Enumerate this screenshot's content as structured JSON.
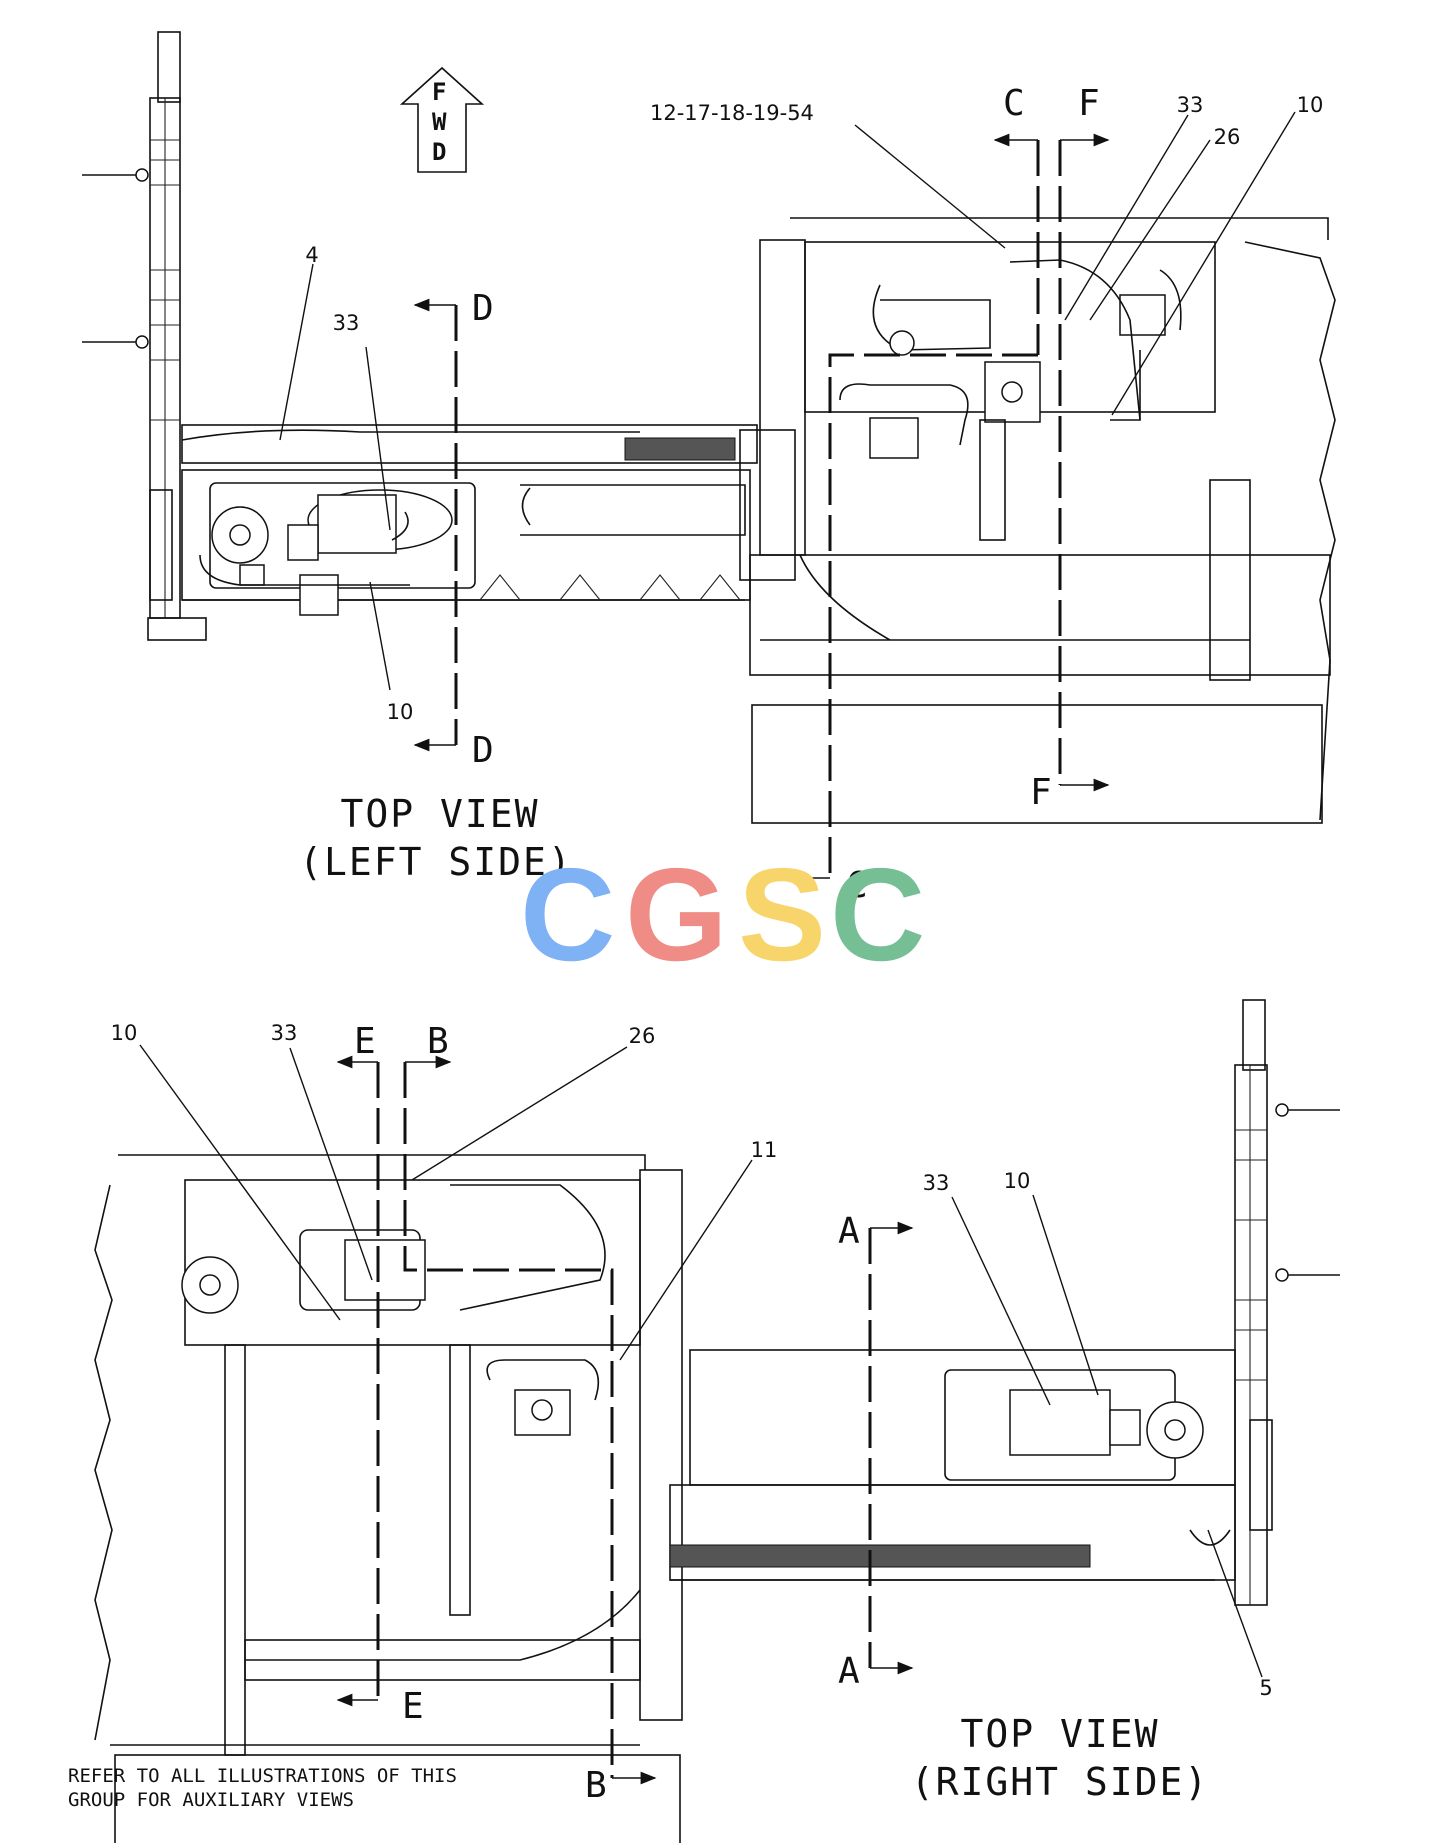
{
  "fwd_arrow": {
    "letters": [
      "F",
      "W",
      "D"
    ]
  },
  "top_left": {
    "title_line1": "TOP  VIEW",
    "title_line2": "(LEFT  SIDE)",
    "callouts": {
      "c4": "4",
      "c33": "33",
      "c10": "10",
      "c12": "12-17-18-19-54",
      "c33b": "33",
      "c26": "26",
      "c10b": "10"
    },
    "sections": {
      "c_top": "C",
      "f_top": "F",
      "d_top": "D",
      "d_bot": "D",
      "f_bot": "F",
      "c_bot": "C"
    }
  },
  "watermark": {
    "letters": [
      "C",
      "G",
      "S",
      "C"
    ],
    "colors": [
      "#7fb1f5",
      "#f08c86",
      "#f8d56b",
      "#76bf95"
    ]
  },
  "bottom": {
    "title_line1": "TOP  VIEW",
    "title_line2": "(RIGHT  SIDE)",
    "callouts": {
      "c10": "10",
      "c33": "33",
      "c26": "26",
      "c11": "11",
      "c33b": "33",
      "c10b": "10",
      "c5": "5"
    },
    "sections": {
      "e_top": "E",
      "b_top": "B",
      "a_top": "A",
      "a_bot": "A",
      "e_bot": "E",
      "b_bot": "B"
    },
    "note_line1": "REFER  TO  ALL  ILLUSTRATIONS  OF  THIS",
    "note_line2": "GROUP  FOR  AUXILIARY  VIEWS"
  }
}
